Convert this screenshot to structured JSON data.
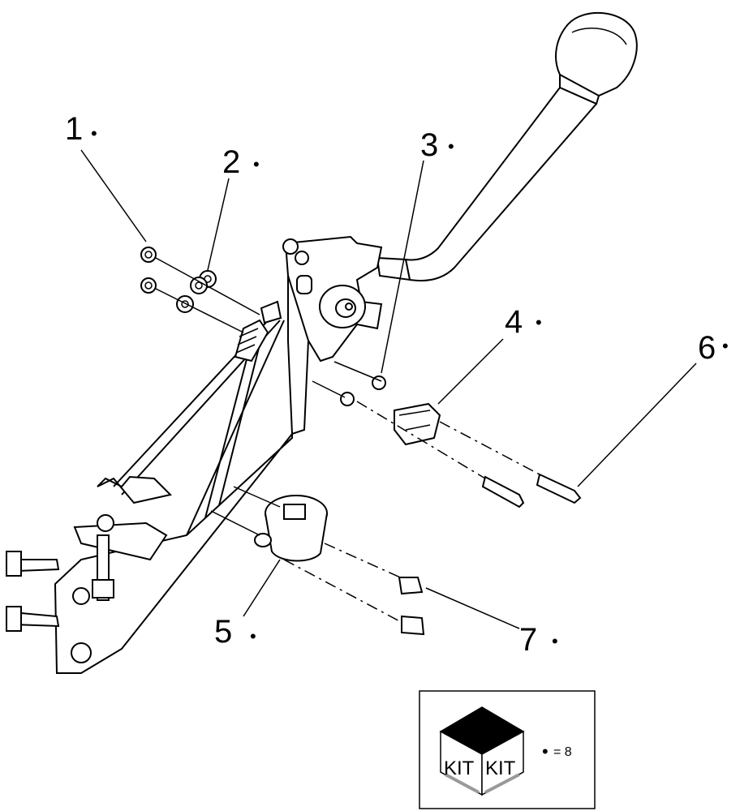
{
  "callouts": [
    {
      "id": "1",
      "label": "1",
      "marker": "•"
    },
    {
      "id": "2",
      "label": "2",
      "marker": "•"
    },
    {
      "id": "3",
      "label": "3",
      "marker": "•"
    },
    {
      "id": "4",
      "label": "4",
      "marker": "•"
    },
    {
      "id": "5",
      "label": "5",
      "marker": "•"
    },
    {
      "id": "6",
      "label": "6",
      "marker": "•"
    },
    {
      "id": "7",
      "label": "7",
      "marker": "•"
    }
  ],
  "kit_legend": {
    "box_label_left": "KIT",
    "box_label_right": "KIT",
    "marker": "•",
    "equals_text": "= 8"
  }
}
